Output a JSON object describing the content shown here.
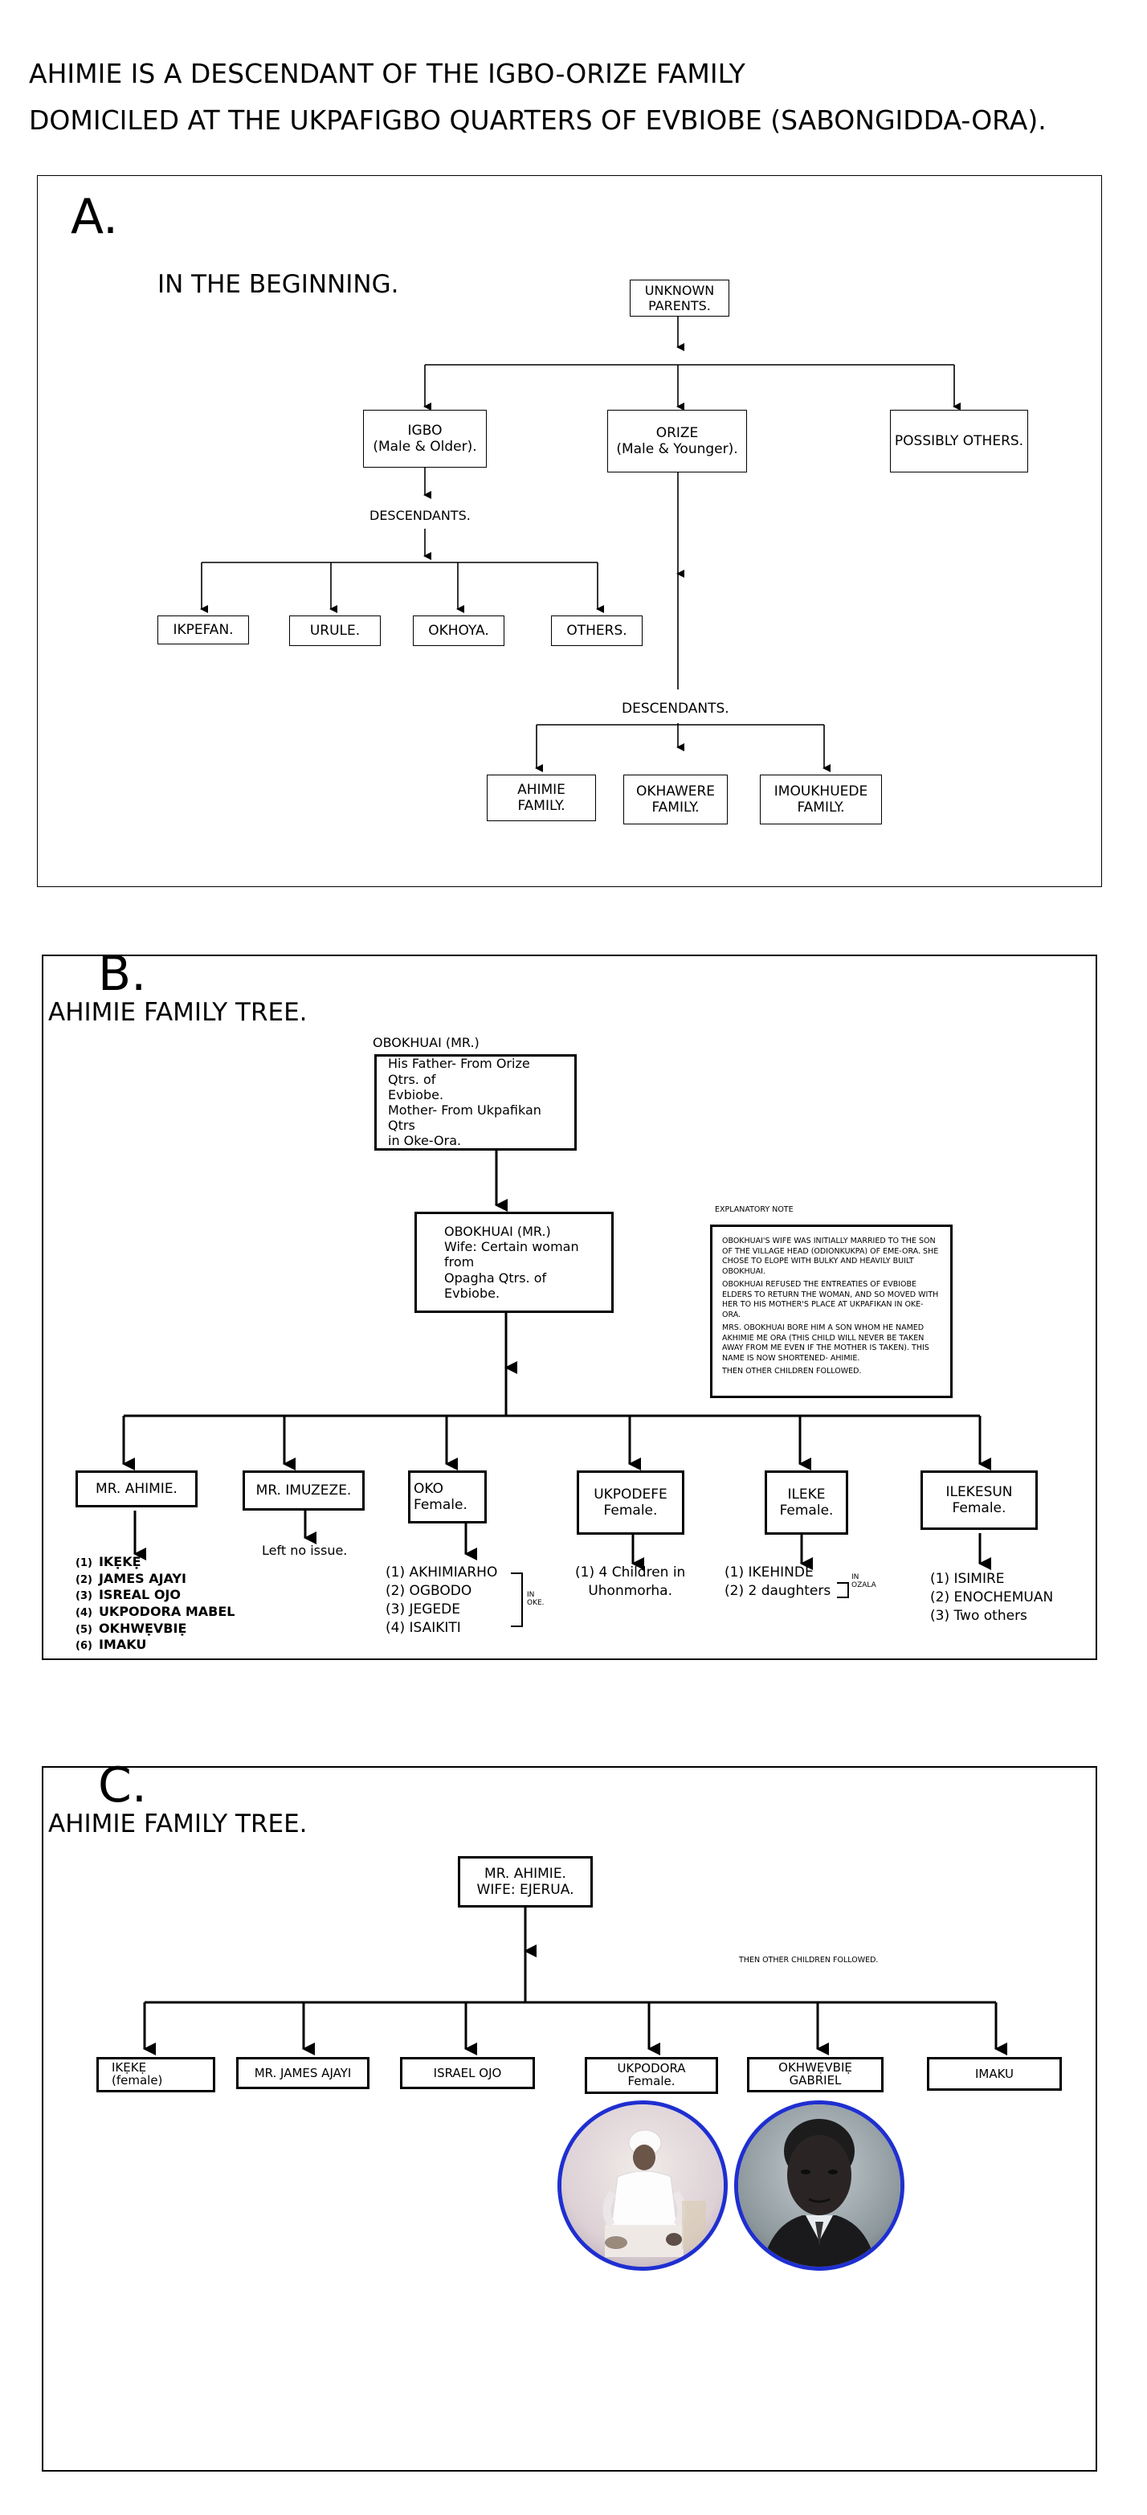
{
  "header": {
    "line1": "AHIMIE IS A  DESCENDANT OF THE IGBO-ORIZE FAMILY",
    "line2": "DOMICILED AT THE UKPAFIGBO QUARTERS OF EVBIOBE (SABONGIDDA-ORA)."
  },
  "section_a": {
    "letter": "A.",
    "title": "IN THE BEGINNING.",
    "root": "UNKNOWN\nPARENTS.",
    "igbo": "IGBO\n(Male & Older).",
    "orize": "ORIZE\n(Male & Younger).",
    "others_top": "POSSIBLY OTHERS.",
    "igbo_desc_label": "DESCENDANTS.",
    "igbo_children": [
      "IKPEFAN.",
      "URULE.",
      "OKHOYA.",
      "OTHERS."
    ],
    "orize_desc_label": "DESCENDANTS.",
    "orize_children": [
      "AHIMIE\nFAMILY.",
      "OKHAWERE\nFAMILY.",
      "IMOUKHUEDE\nFAMILY."
    ]
  },
  "section_b": {
    "letter": "B.",
    "title": "AHIMIE  FAMILY TREE.",
    "grandfather_label": "OBOKHUAI (MR.)",
    "grandfather_box": "His Father- From Orize Qtrs. of\n            Evbiobe.\nMother- From Ukpafikan Qtrs\n            in Oke-Ora.",
    "father_box": "OBOKHUAI (MR.)\nWife: Certain woman from\nOpagha  Qtrs. of Evbiobe.",
    "note_title": "EXPLANATORY NOTE",
    "note_paragraphs": [
      "OBOKHUAI'S WIFE WAS INITIALLY MARRIED TO THE SON OF THE VILLAGE HEAD (ODIONKUKPA) OF EME-ORA. SHE CHOSE TO ELOPE WITH BULKY AND HEAVILY BUILT OBOKHUAI.",
      "OBOKHUAI REFUSED THE ENTREATIES OF EVBIOBE ELDERS TO RETURN THE WOMAN, AND SO MOVED WITH HER TO HIS MOTHER'S PLACE AT UKPAFIKAN IN OKE-ORA.",
      "MRS. OBOKHUAI BORE HIM A SON WHOM HE NAMED AKHIMIE ME ORA (THIS CHILD WILL NEVER BE TAKEN AWAY FROM ME EVEN IF THE MOTHER IS TAKEN). THIS NAME IS NOW SHORTENED- AHIMIE.",
      "THEN OTHER CHILDREN FOLLOWED."
    ],
    "children": [
      {
        "label": "MR. AHIMIE."
      },
      {
        "label": "MR. IMUZEZE."
      },
      {
        "label": "OKO\nFemale."
      },
      {
        "label": "UKPODEFE\nFemale."
      },
      {
        "label": "ILEKE\nFemale."
      },
      {
        "label": "ILEKESUN\nFemale."
      }
    ],
    "ahimie_children": [
      "IKẸKẸ",
      "JAMES AJAYI",
      "ISREAL OJO",
      "UKPODORA MABEL",
      "OKHWẸVBIẸ",
      "IMAKU"
    ],
    "imuzeze_note": "Left no issue.",
    "oko_children": [
      "(1) AKHIMIARHO",
      "(2) OGBODO",
      "(3) JEGEDE",
      "(4) ISAIKITI"
    ],
    "oko_bracket_note": "IN\nOKE.",
    "ukpodefe_children": "(1) 4 Children in\nUhonmorha.",
    "ileke_children": [
      "(1) IKEHINDE",
      "(2) 2 daughters"
    ],
    "ileke_bracket_note": "IN\nOZALA",
    "ilekesun_children": [
      "(1) ISIMIRE",
      "(2) ENOCHEMUAN",
      "(3) Two others"
    ]
  },
  "section_c": {
    "letter": "C.",
    "title": "AHIMIE  FAMILY TREE.",
    "root": "MR. AHIMIE.\nWIFE: EJERUA.",
    "note": "THEN OTHER CHILDREN FOLLOWED.",
    "children": [
      "IKẸKẸ\n(female)",
      "MR. JAMES AJAYI",
      "ISRAEL OJO",
      "UKPODORA\nFemale.",
      "OKHWẸVBIẸ\nGABRIEL",
      "IMAKU"
    ],
    "photo_ring_color": "#1f2fd0"
  }
}
